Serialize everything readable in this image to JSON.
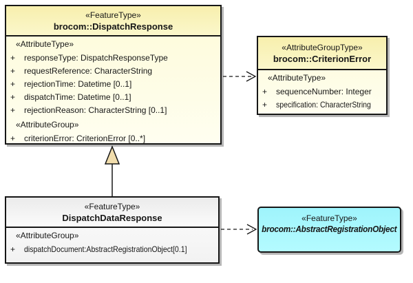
{
  "diagram_type": "uml-class-diagram",
  "colors": {
    "yellow_header": "#f7efad",
    "yellow_body": "#fdfbd8",
    "gray_header": "#ebebeb",
    "white_body": "#fdfdfd",
    "abstract_cyan": "#a6f8fe",
    "border": "#161616",
    "shadow": "#b6b6b6",
    "generalization_triangle_fill": "#f1ddac"
  },
  "classes": [
    {
      "stereotype": "«FeatureType»",
      "name": "brocom::DispatchResponse",
      "sections": [
        {
          "heading": "«AttributeType»",
          "attributes": [
            {
              "vis": "+",
              "text": "responseType: DispatchResponseType"
            },
            {
              "vis": "+",
              "text": "requestReference: CharacterString"
            },
            {
              "vis": "+",
              "text": "rejectionTime: Datetime [0..1]"
            },
            {
              "vis": "+",
              "text": "dispatchTime: Datetime [0..1]"
            },
            {
              "vis": "+",
              "text": "rejectionReason: CharacterString [0..1]"
            }
          ]
        },
        {
          "heading": "«AttributeGroup»",
          "attributes": [
            {
              "vis": "+",
              "text": "criterionError: CriterionError [0..*]"
            }
          ]
        }
      ]
    },
    {
      "stereotype": "«AttributeGroupType»",
      "name": "brocom::CriterionError",
      "sections": [
        {
          "heading": "«AttributeType»",
          "attributes": [
            {
              "vis": "+",
              "text": "sequenceNumber: Integer"
            },
            {
              "vis": "+",
              "text": "specification: CharacterString"
            }
          ]
        }
      ]
    },
    {
      "stereotype": "«FeatureType»",
      "name": "DispatchDataResponse",
      "sections": [
        {
          "heading": "«AttributeGroup»",
          "attributes": [
            {
              "vis": "+",
              "text": "dispatchDocument:AbstractRegistrationObject[0.1]"
            }
          ]
        }
      ]
    },
    {
      "stereotype": "«FeatureType»",
      "name": "brocom::AbstractRegistrationObject",
      "abstract": true,
      "sections": []
    }
  ],
  "connectors": [
    {
      "type": "generalization",
      "from": "DispatchDataResponse",
      "to": "brocom::DispatchResponse",
      "line": "solid"
    },
    {
      "type": "dependency",
      "from": "brocom::DispatchResponse",
      "to": "brocom::CriterionError",
      "line": "dashed"
    },
    {
      "type": "dependency",
      "from": "DispatchDataResponse",
      "to": "brocom::AbstractRegistrationObject",
      "line": "dashed"
    }
  ]
}
